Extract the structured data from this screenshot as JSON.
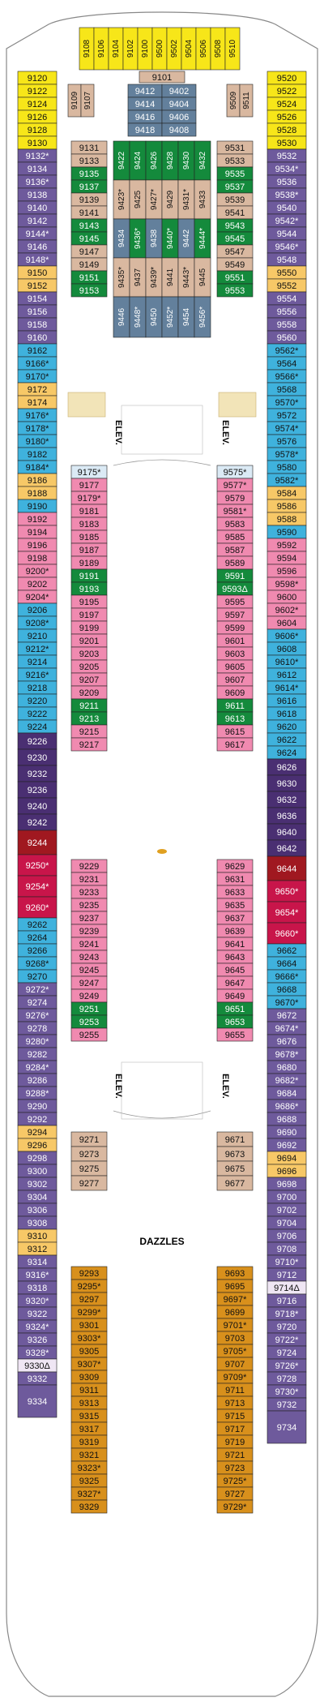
{
  "colors": {
    "yellow": "#f7e619",
    "tan": "#d9b8a0",
    "purple": "#6e5a9c",
    "dark_purple": "#4a2f72",
    "blue": "#3fb2dd",
    "light_blue": "#dbeaf5",
    "pink": "#f08ab0",
    "red": "#c8154a",
    "dark_red": "#a01820",
    "green": "#148a3c",
    "slate": "#63809c",
    "orange": "#d8901c",
    "grey": "#b8b8b8",
    "light_orange": "#f7c867",
    "lavender": "#efe6f4"
  },
  "labels": {
    "elev_upper_left": "ELEV.",
    "elev_upper_right": "ELEV.",
    "elev_lower_left": "ELEV.",
    "elev_lower_right": "ELEV.",
    "dazzles": "DAZZLES"
  },
  "top_forward_rooms": [
    "9108",
    "9106",
    "9104",
    "9102",
    "9100",
    "9500",
    "9502",
    "9504",
    "9506",
    "9508",
    "9510"
  ],
  "forward_block": {
    "9101": "9101",
    "9109": "9109",
    "9107": "9107",
    "9509": "9509",
    "9511": "9511",
    "center_rows": [
      [
        "9412",
        "9402"
      ],
      [
        "9414",
        "9404"
      ],
      [
        "9416",
        "9406"
      ],
      [
        "9418",
        "9408"
      ]
    ]
  },
  "left_outer": [
    [
      "9120",
      ""
    ],
    [
      "9122",
      ""
    ],
    [
      "9124",
      ""
    ],
    [
      "9126",
      ""
    ],
    [
      "9128",
      ""
    ],
    [
      "9130",
      ""
    ],
    [
      "9132*",
      ""
    ],
    [
      "9134",
      ""
    ],
    [
      "9136*",
      ""
    ],
    [
      "9138",
      ""
    ],
    [
      "9140",
      ""
    ],
    [
      "9142",
      ""
    ],
    [
      "9144*",
      ""
    ],
    [
      "9146",
      ""
    ],
    [
      "9148*",
      ""
    ],
    [
      "9150",
      ""
    ],
    [
      "9152",
      ""
    ],
    [
      "9154",
      ""
    ],
    [
      "9156",
      ""
    ],
    [
      "9158",
      ""
    ],
    [
      "9160",
      ""
    ],
    [
      "9162",
      ""
    ],
    [
      "9166*",
      ""
    ],
    [
      "9170*",
      ""
    ],
    [
      "9172",
      ""
    ],
    [
      "9174",
      ""
    ],
    [
      "9176*",
      ""
    ],
    [
      "9178*",
      ""
    ],
    [
      "9180*",
      ""
    ],
    [
      "9182",
      ""
    ],
    [
      "9184*",
      ""
    ],
    [
      "9186",
      ""
    ],
    [
      "9188",
      ""
    ],
    [
      "9190",
      ""
    ],
    [
      "9192",
      ""
    ],
    [
      "9194",
      ""
    ],
    [
      "9196",
      ""
    ],
    [
      "9198",
      ""
    ],
    [
      "9200*",
      ""
    ],
    [
      "9202",
      ""
    ],
    [
      "9204*",
      ""
    ],
    [
      "9206",
      ""
    ],
    [
      "9208*",
      ""
    ],
    [
      "9210",
      ""
    ],
    [
      "9212*",
      ""
    ],
    [
      "9214",
      ""
    ],
    [
      "9216*",
      ""
    ],
    [
      "9218",
      ""
    ],
    [
      "9220",
      ""
    ],
    [
      "9222",
      ""
    ],
    [
      "9224",
      ""
    ],
    [
      "9226",
      ""
    ],
    [
      "9230",
      ""
    ],
    [
      "9232",
      ""
    ],
    [
      "9236",
      ""
    ],
    [
      "9240",
      ""
    ],
    [
      "9242",
      ""
    ],
    [
      "9244",
      ""
    ],
    [
      "9250*",
      ""
    ],
    [
      "9254*",
      ""
    ],
    [
      "9260*",
      ""
    ],
    [
      "9262",
      ""
    ],
    [
      "9264",
      ""
    ],
    [
      "9266",
      ""
    ],
    [
      "9268*",
      ""
    ],
    [
      "9270",
      ""
    ],
    [
      "9272*",
      ""
    ],
    [
      "9274",
      ""
    ],
    [
      "9276*",
      ""
    ],
    [
      "9278",
      ""
    ],
    [
      "9280*",
      ""
    ],
    [
      "9282",
      ""
    ],
    [
      "9284*",
      ""
    ],
    [
      "9286",
      ""
    ],
    [
      "9288*",
      ""
    ],
    [
      "9290",
      ""
    ],
    [
      "9292",
      ""
    ],
    [
      "9294",
      ""
    ],
    [
      "9296",
      ""
    ],
    [
      "9298",
      ""
    ],
    [
      "9300",
      ""
    ],
    [
      "9302",
      ""
    ],
    [
      "9304",
      ""
    ],
    [
      "9306",
      ""
    ],
    [
      "9308",
      ""
    ],
    [
      "9310",
      ""
    ],
    [
      "9312",
      ""
    ],
    [
      "9314",
      ""
    ],
    [
      "9316*",
      ""
    ],
    [
      "9318",
      ""
    ],
    [
      "9320*",
      ""
    ],
    [
      "9322",
      ""
    ],
    [
      "9324*",
      ""
    ],
    [
      "9326",
      ""
    ],
    [
      "9328*",
      ""
    ],
    [
      "9330Δ",
      ""
    ],
    [
      "9332",
      ""
    ],
    [
      "9334",
      ""
    ]
  ],
  "right_outer": [
    "9520",
    "9522",
    "9524",
    "9526",
    "9528",
    "9530",
    "9532",
    "9534*",
    "9536",
    "9538*",
    "9540",
    "9542*",
    "9544",
    "9546*",
    "9548",
    "9550",
    "9552",
    "9554",
    "9556",
    "9558",
    "9560",
    "9562*",
    "9564",
    "9566*",
    "9568",
    "9570*",
    "9572",
    "9574*",
    "9576",
    "9578*",
    "9580",
    "9582*",
    "9584",
    "9586",
    "9588",
    "9590",
    "9592",
    "9594",
    "9596",
    "9598*",
    "9600",
    "9602*",
    "9604",
    "9606*",
    "9608",
    "9610*",
    "9612",
    "9614*",
    "9616",
    "9618",
    "9620",
    "9622",
    "9624",
    "9626",
    "9630",
    "9632",
    "9636",
    "9640",
    "9642",
    "9644",
    "9650*",
    "9654*",
    "9660*",
    "9662",
    "9664",
    "9666*",
    "9668",
    "9670*",
    "9672",
    "9674*",
    "9676",
    "9678*",
    "9680",
    "9682*",
    "9684",
    "9686*",
    "9688",
    "9690",
    "9692",
    "9694",
    "9696",
    "9698",
    "9700",
    "9702",
    "9704",
    "9706",
    "9708",
    "9710*",
    "9712",
    "9714Δ",
    "9716",
    "9718*",
    "9720",
    "9722*",
    "9724",
    "9726*",
    "9728",
    "9730*",
    "9732",
    "9734"
  ],
  "left_inner_upper": [
    "9131",
    "9133",
    "9135",
    "9137",
    "9139",
    "9141",
    "9143",
    "9145",
    "9147",
    "9149",
    "9151",
    "9153"
  ],
  "right_inner_upper": [
    "9531",
    "9533",
    "9535",
    "9537",
    "9539",
    "9541",
    "9543",
    "9545",
    "9547",
    "9549",
    "9551",
    "9553"
  ],
  "center_upper": {
    "rot_row1": [
      "9422",
      "9424",
      "9426",
      "9428",
      "9430",
      "9432"
    ],
    "grid_row1": [
      "9423*",
      "9425",
      "9427*",
      "9429",
      "9431*",
      "9433"
    ],
    "rot_row2": [
      "9434",
      "9436*",
      "9438",
      "9440*",
      "9442",
      "9444*"
    ],
    "grid_row2": [
      "9435*",
      "9437",
      "9439*",
      "9441",
      "9443*",
      "9445"
    ],
    "rot_row3": [
      "9446",
      "9448*",
      "9450",
      "9452*",
      "9454",
      "9456*"
    ]
  },
  "left_inner_mid": [
    "9175*",
    "9177",
    "9179*",
    "9181",
    "9183",
    "9185",
    "9187",
    "9189",
    "9191",
    "9193",
    "9195",
    "9197",
    "9199",
    "9201",
    "9203",
    "9205",
    "9207",
    "9209",
    "9211",
    "9213",
    "9215",
    "9217"
  ],
  "right_inner_mid": [
    "9575*",
    "9577*",
    "9579",
    "9581*",
    "9583",
    "9585",
    "9587",
    "9589",
    "9591",
    "9593Δ",
    "9595",
    "9597",
    "9599",
    "9601",
    "9603",
    "9605",
    "9607",
    "9609",
    "9611",
    "9613",
    "9615",
    "9617"
  ],
  "left_inner_low": [
    "9229",
    "9231",
    "9233",
    "9235",
    "9237",
    "9239",
    "9241",
    "9243",
    "9245",
    "9247",
    "9249",
    "9251",
    "9253",
    "9255"
  ],
  "right_inner_low": [
    "9629",
    "9631",
    "9633",
    "9635",
    "9637",
    "9639",
    "9641",
    "9643",
    "9645",
    "9647",
    "9649",
    "9651",
    "9653",
    "9655"
  ],
  "left_inner_aft1": [
    "9271",
    "9273",
    "9275",
    "9277"
  ],
  "right_inner_aft1": [
    "9671",
    "9673",
    "9675",
    "9677"
  ],
  "left_inner_aft2": [
    "9293",
    "9295*",
    "9297",
    "9299*",
    "9301",
    "9303*",
    "9305",
    "9307*",
    "9309",
    "9311",
    "9313",
    "9315",
    "9317",
    "9319",
    "9321",
    "9323*",
    "9325",
    "9327*",
    "9329"
  ],
  "right_inner_aft2": [
    "9693",
    "9695",
    "9697*",
    "9699",
    "9701*",
    "9703",
    "9705*",
    "9707",
    "9709*",
    "9711",
    "9713",
    "9715",
    "9717",
    "9719",
    "9721",
    "9723",
    "9725*",
    "9727",
    "9729*"
  ]
}
